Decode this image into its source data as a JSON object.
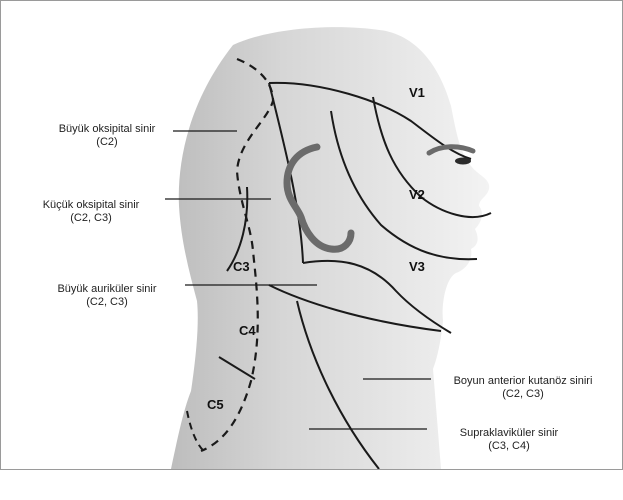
{
  "labels": {
    "greater_occipital": {
      "name": "Büyük oksipital sinir",
      "roots": "(C2)"
    },
    "lesser_occipital": {
      "name": "Küçük oksipital sinir",
      "roots": "(C2, C3)"
    },
    "great_auricular": {
      "name": "Büyük auriküler sinir",
      "roots": "(C2, C3)"
    },
    "transverse_cervical": {
      "name": "Boyun anterior kutanöz siniri",
      "roots": "(C2, C3)"
    },
    "supraclavicular": {
      "name": "Supraklaviküler sinir",
      "roots": "(C3, C4)"
    }
  },
  "zones": {
    "v1": "V1",
    "v2": "V2",
    "v3": "V3",
    "c3": "C3",
    "c4": "C4",
    "c5": "C5"
  },
  "colors": {
    "skin_light": "#ececec",
    "skin_dark": "#cfcfcf",
    "outline": "#1a1a1a",
    "ear": "#6b6b6b"
  }
}
